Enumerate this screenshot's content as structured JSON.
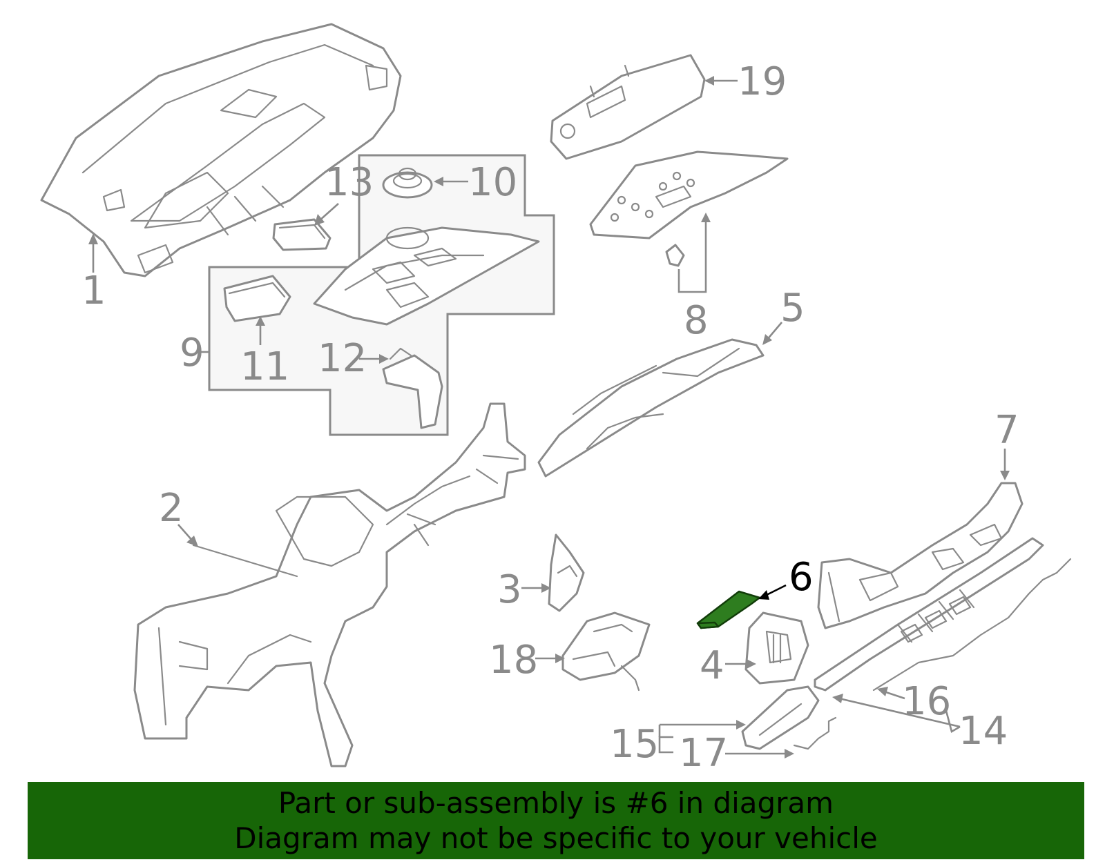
{
  "diagram": {
    "highlight_color": "#2e7d1f",
    "callouts": [
      {
        "id": "1",
        "label": "1"
      },
      {
        "id": "2",
        "label": "2"
      },
      {
        "id": "3",
        "label": "3"
      },
      {
        "id": "4",
        "label": "4"
      },
      {
        "id": "5",
        "label": "5"
      },
      {
        "id": "6",
        "label": "6",
        "highlighted": true
      },
      {
        "id": "7",
        "label": "7"
      },
      {
        "id": "8",
        "label": "8"
      },
      {
        "id": "9",
        "label": "9"
      },
      {
        "id": "10",
        "label": "10"
      },
      {
        "id": "11",
        "label": "11"
      },
      {
        "id": "12",
        "label": "12"
      },
      {
        "id": "13",
        "label": "13"
      },
      {
        "id": "14",
        "label": "14"
      },
      {
        "id": "15",
        "label": "15"
      },
      {
        "id": "16",
        "label": "16"
      },
      {
        "id": "17",
        "label": "17"
      },
      {
        "id": "18",
        "label": "18"
      },
      {
        "id": "19",
        "label": "19"
      }
    ]
  },
  "banner": {
    "background_color": "#176607",
    "line1": "Part or sub-assembly is #6 in diagram",
    "line2": "Diagram may not be specific to your vehicle"
  }
}
